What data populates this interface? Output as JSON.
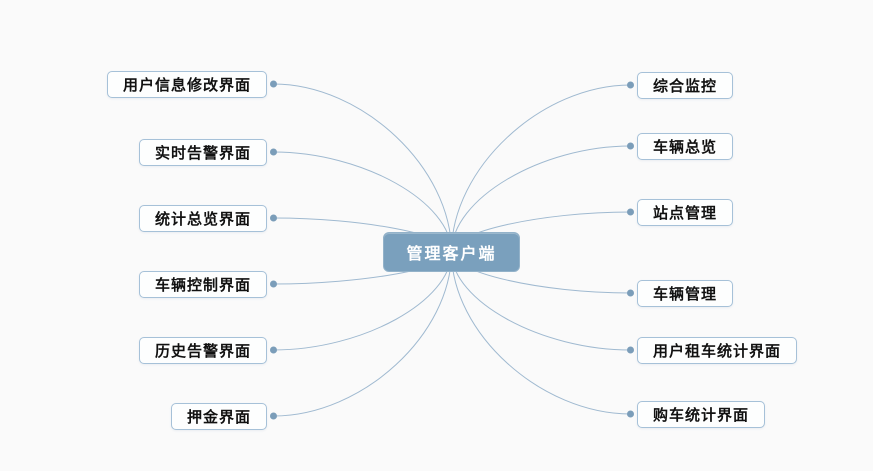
{
  "diagram": {
    "center": {
      "label": "管理客户端"
    },
    "left_nodes": [
      {
        "label": "用户信息修改界面"
      },
      {
        "label": "实时告警界面"
      },
      {
        "label": "统计总览界面"
      },
      {
        "label": "车辆控制界面"
      },
      {
        "label": "历史告警界面"
      },
      {
        "label": "押金界面"
      }
    ],
    "right_nodes": [
      {
        "label": "综合监控"
      },
      {
        "label": "车辆总览"
      },
      {
        "label": "站点管理"
      },
      {
        "label": "车辆管理"
      },
      {
        "label": "用户租车统计界面"
      },
      {
        "label": "购车统计界面"
      }
    ],
    "colors": {
      "background": "#fafafa",
      "center_fill": "#7aa0bd",
      "center_edge": "#93b2c9",
      "center_text": "#ffffff",
      "node_border": "#a6c1d8",
      "node_fill": "#fdfefe",
      "node_text": "#111111",
      "connector": "#9fb9d0",
      "dot": "#7b9db9"
    }
  }
}
